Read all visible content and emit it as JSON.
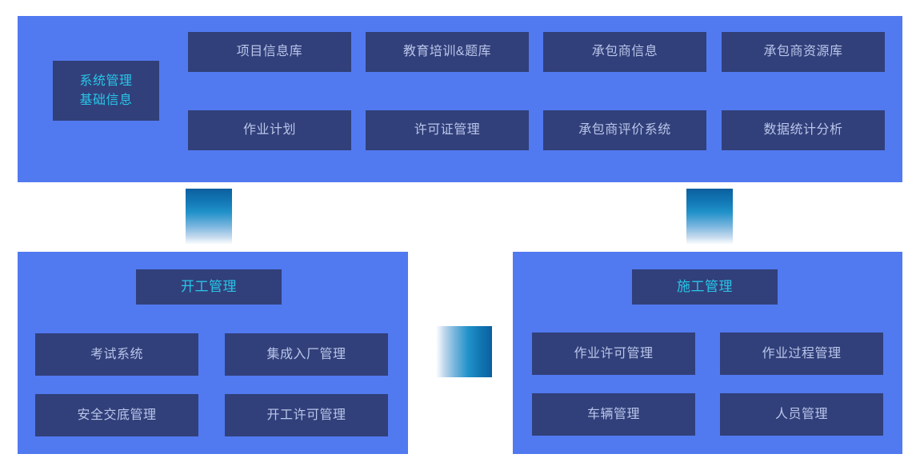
{
  "theme": {
    "panel_bg": "#5179F0",
    "box_bg": "#31407A",
    "accent_text": "#29C5E8",
    "box_text": "#B9C5EA",
    "page_bg": "#FFFFFF",
    "connector_dark": "#0C5F9E",
    "connector_light": "#FFFFFF"
  },
  "top_panel": {
    "root_label": "系统管理\n基础信息",
    "modules": [
      {
        "label": "项目信息库"
      },
      {
        "label": "教育培训&题库"
      },
      {
        "label": "承包商信息"
      },
      {
        "label": "承包商资源库"
      },
      {
        "label": "作业计划"
      },
      {
        "label": "许可证管理"
      },
      {
        "label": "承包商评价系统"
      },
      {
        "label": "数据统计分析"
      }
    ]
  },
  "left_panel": {
    "header": "开工管理",
    "modules": [
      {
        "label": "考试系统"
      },
      {
        "label": "集成入厂管理"
      },
      {
        "label": "安全交底管理"
      },
      {
        "label": "开工许可管理"
      }
    ]
  },
  "right_panel": {
    "header": "施工管理",
    "modules": [
      {
        "label": "作业许可管理"
      },
      {
        "label": "作业过程管理"
      },
      {
        "label": "车辆管理"
      },
      {
        "label": "人员管理"
      }
    ]
  },
  "connectors": [
    {
      "name": "top-to-left-connector",
      "orientation": "vertical"
    },
    {
      "name": "top-to-right-connector",
      "orientation": "vertical"
    },
    {
      "name": "left-to-right-connector",
      "orientation": "horizontal"
    }
  ]
}
